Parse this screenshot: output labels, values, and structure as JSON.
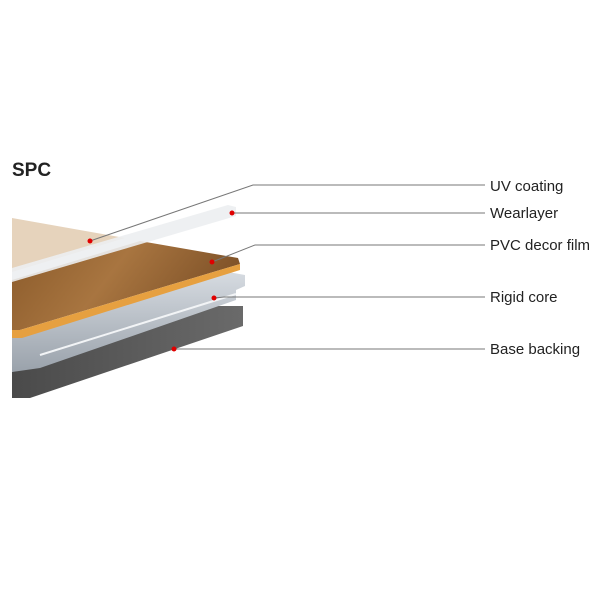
{
  "title": "SPC",
  "layers": [
    {
      "label": "UV coating"
    },
    {
      "label": "Wearlayer"
    },
    {
      "label": "PVC decor film"
    },
    {
      "label": "Rigid core"
    },
    {
      "label": "Base backing"
    }
  ],
  "colors": {
    "dot": "#e00000",
    "leader": "#777777",
    "wood": "#9a6a35",
    "edge": "#e6a040",
    "core": "#b8bec6",
    "base": "#555555"
  }
}
